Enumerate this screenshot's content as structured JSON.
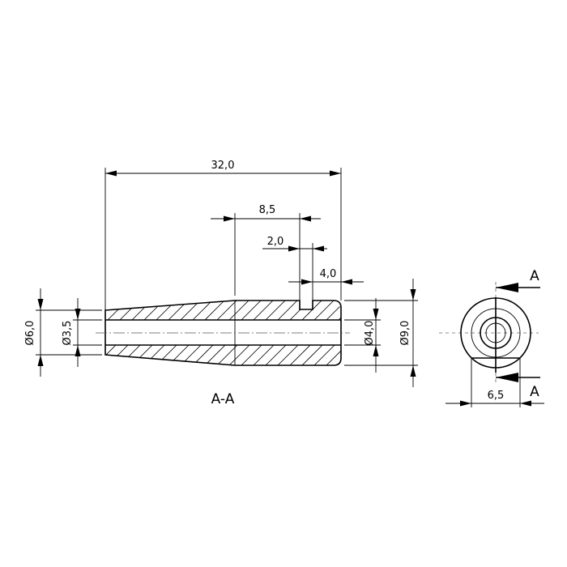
{
  "dimensions": {
    "overall_length": "32,0",
    "slot_offset": "8,5",
    "slot_width": "2,0",
    "slot_to_end": "4,0",
    "outer_diameter_small": "Ø6,0",
    "bore_diameter": "Ø3,5",
    "end_diameter": "Ø4,0",
    "outer_diameter_large": "Ø9,0",
    "flat_width": "6,5"
  },
  "labels": {
    "section_name": "A-A",
    "cut_marker_top": "A",
    "cut_marker_bottom": "A"
  }
}
